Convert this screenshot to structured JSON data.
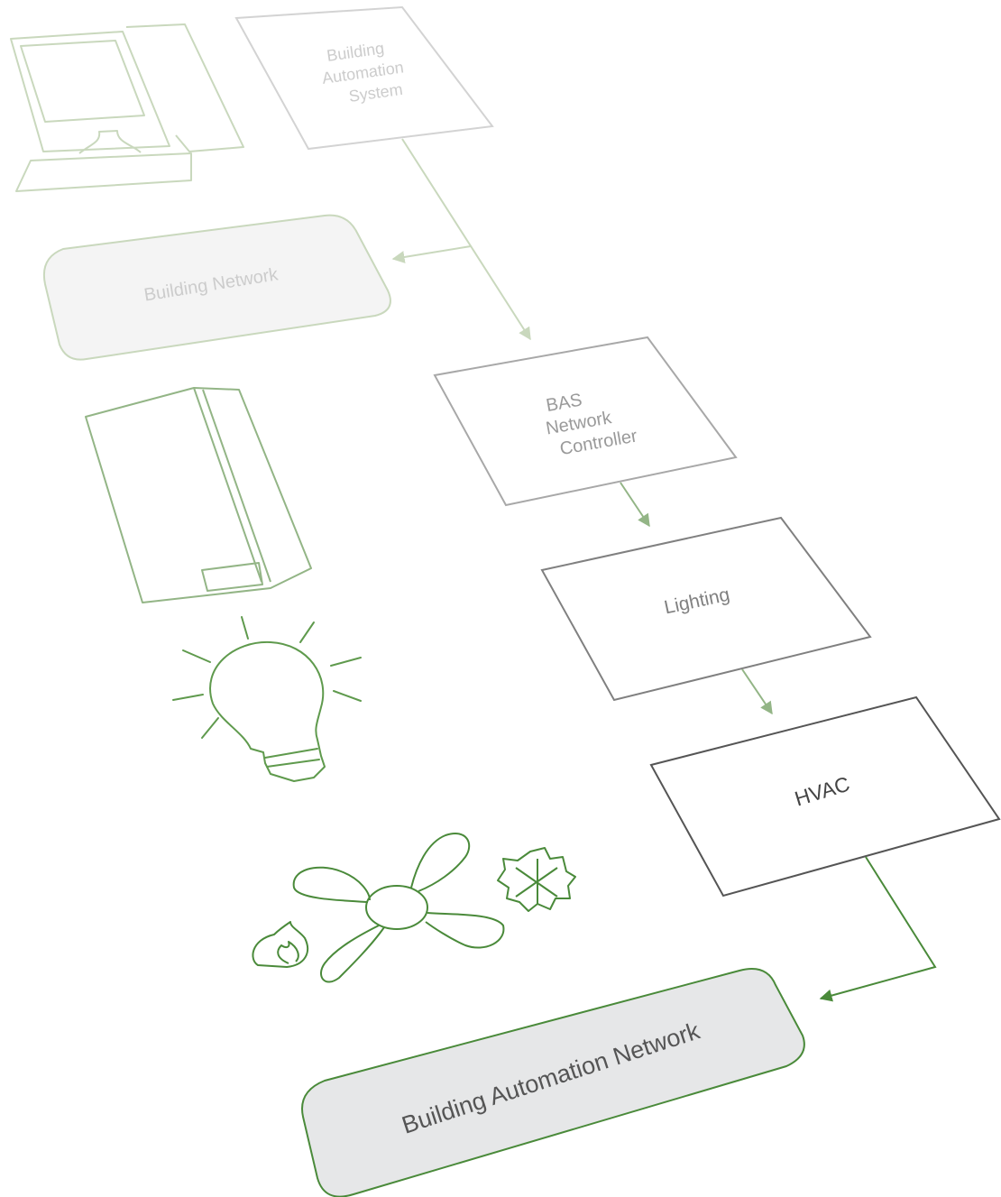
{
  "nodes": {
    "bas": {
      "label_lines": [
        "Building",
        "Automation",
        "System"
      ]
    },
    "building_network": {
      "label": "Building Network"
    },
    "controller": {
      "label_lines": [
        "BAS",
        "Network",
        "Controller"
      ]
    },
    "lighting": {
      "label": "Lighting"
    },
    "hvac": {
      "label": "HVAC"
    },
    "ban": {
      "label": "Building Automation Network"
    }
  },
  "icons": [
    "computer-icon",
    "server-cabinet-icon",
    "light-bulb-icon",
    "fan-icon",
    "flame-icon",
    "snowflake-icon"
  ],
  "colors": {
    "pale_green": "#c9d8bd",
    "mid_green": "#93b586",
    "green": "#5f9a4d",
    "dark_green": "#4a8a3a",
    "box_light": "#d3d3d3",
    "box_mid": "#a8a8a8",
    "box_darker": "#808080",
    "box_dark": "#555555",
    "text_light": "#cccccc",
    "text_mid": "#9a9a9a",
    "text_darker": "#808080",
    "text_dark": "#444444",
    "text_darkest": "#555555",
    "fill_light": "#f4f4f4",
    "fill_grey": "#e6e7e8"
  }
}
